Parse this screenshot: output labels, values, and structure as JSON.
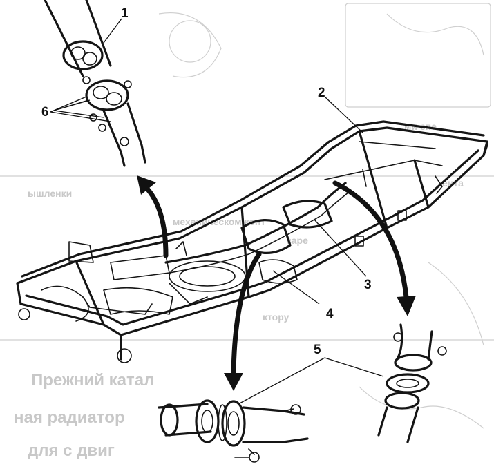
{
  "figure": {
    "background_color": "#ffffff",
    "ink_color": "#151515",
    "bleed_color": "#c8c8c8",
    "callouts": [
      {
        "id": "1",
        "text": "1"
      },
      {
        "id": "2",
        "text": "2"
      },
      {
        "id": "3",
        "text": "3"
      },
      {
        "id": "4",
        "text": "4"
      },
      {
        "id": "5",
        "text": "5"
      },
      {
        "id": "6",
        "text": "6"
      }
    ],
    "bleed_through_text": [
      "ми спе",
      "ента",
      "ышленки",
      "механическом конт",
      "заре",
      "ктору",
      "Прежний катал",
      "ная радиатор",
      "для с двиг"
    ]
  }
}
